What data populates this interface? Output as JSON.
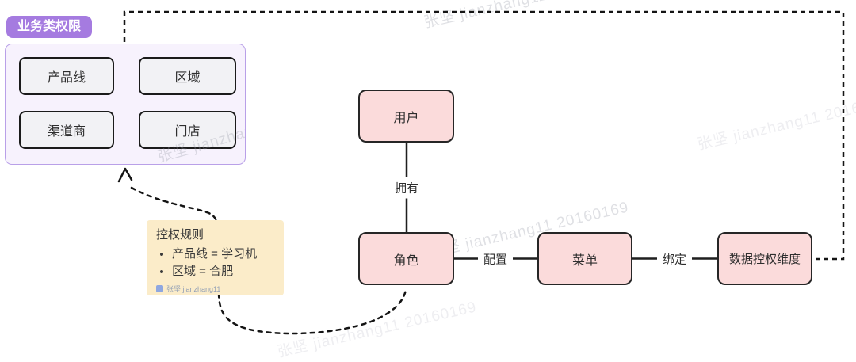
{
  "diagram": {
    "badge": "业务类权限",
    "permission_group": {
      "items": [
        "产品线",
        "区域",
        "渠道商",
        "门店"
      ]
    },
    "note": {
      "title": "控权规则",
      "bullets": [
        "产品线 = 学习机",
        "区域 = 合肥"
      ],
      "author": "张坚 jianzhang11"
    },
    "nodes": {
      "user": "用户",
      "role": "角色",
      "menu": "菜单",
      "dimension": "数据控权维度"
    },
    "edges": {
      "user_role": "拥有",
      "role_menu": "配置",
      "menu_dimension": "绑定"
    },
    "watermark": "张坚 jianzhang11 20160169",
    "colors": {
      "badge_purple": "#a57be0",
      "group_fill": "#f7f2fd",
      "group_border": "#b9a0e8",
      "node_pink": "#fbdbdb",
      "node_border": "#262626",
      "item_gray": "#f2f2f5",
      "note_yellow": "#fbecc9",
      "line_black": "#1f1f1f"
    }
  }
}
